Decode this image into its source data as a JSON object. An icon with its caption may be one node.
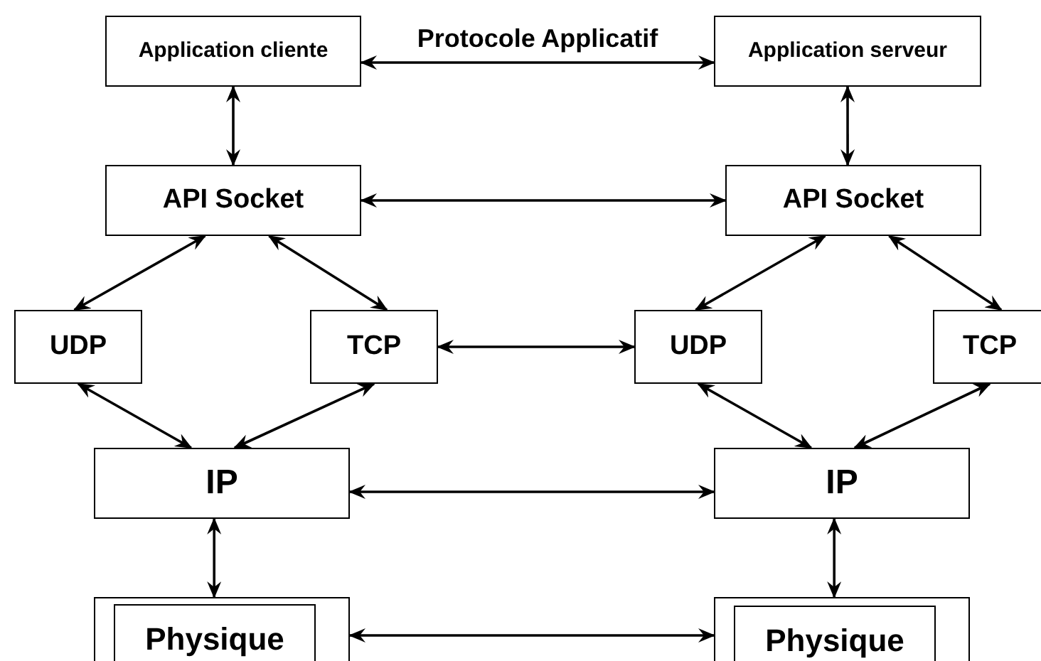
{
  "diagram": {
    "nodes": [
      {
        "text": [
          "Application cliente"
        ]
      },
      {
        "text": [
          "Application serveur"
        ]
      },
      {
        "text": [
          "API Socket"
        ]
      },
      {
        "text": [
          "API Socket"
        ]
      },
      {
        "text": [
          "UDP"
        ]
      },
      {
        "text": [
          "TCP"
        ]
      },
      {
        "text": [
          "UDP"
        ]
      },
      {
        "text": [
          "TCP"
        ]
      },
      {
        "text": [
          "IP"
        ]
      },
      {
        "text": [
          "IP"
        ]
      },
      {
        "text": [],
        "shape": "box"
      },
      {
        "text": [
          "Physique"
        ],
        "in": 10
      },
      {
        "text": [],
        "shape": "box"
      },
      {
        "text": [
          "Physique"
        ],
        "in": 12
      }
    ],
    "edges": [
      {
        "from": 0,
        "to": 1,
        "arrow": "both",
        "label": "Protocole Applicatif"
      },
      {
        "from": 0,
        "to": 2,
        "arrow": "both"
      },
      {
        "from": 1,
        "to": 3,
        "arrow": "both"
      },
      {
        "from": 2,
        "to": 3,
        "arrow": "both"
      },
      {
        "from": 2,
        "to": 4,
        "arrow": "both"
      },
      {
        "from": 2,
        "to": 5,
        "arrow": "both"
      },
      {
        "from": 3,
        "to": 6,
        "arrow": "both"
      },
      {
        "from": 3,
        "to": 7,
        "arrow": "both"
      },
      {
        "from": 5,
        "to": 6,
        "arrow": "both"
      },
      {
        "from": 4,
        "to": 8,
        "arrow": "both"
      },
      {
        "from": 5,
        "to": 8,
        "arrow": "both"
      },
      {
        "from": 6,
        "to": 9,
        "arrow": "both"
      },
      {
        "from": 7,
        "to": 9,
        "arrow": "both"
      },
      {
        "from": 8,
        "to": 9,
        "arrow": "both"
      },
      {
        "from": 8,
        "to": 10,
        "arrow": "both"
      },
      {
        "from": 9,
        "to": 12,
        "arrow": "both"
      },
      {
        "from": 10,
        "to": 12,
        "arrow": "both"
      }
    ]
  }
}
